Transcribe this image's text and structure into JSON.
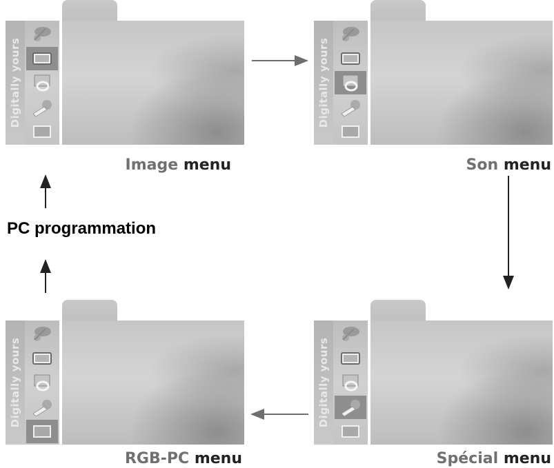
{
  "brand": "Digitally yours",
  "panels": [
    {
      "id": "image",
      "caption_main": "Image",
      "caption_suffix": "menu",
      "active_index": 1
    },
    {
      "id": "son",
      "caption_main": "Son",
      "caption_suffix": "menu",
      "active_index": 2
    },
    {
      "id": "special",
      "caption_main": "Spécial",
      "caption_suffix": "menu",
      "active_index": 3
    },
    {
      "id": "rgbpc",
      "caption_main": "RGB-PC",
      "caption_suffix": "menu",
      "active_index": 4
    }
  ],
  "icons": [
    "satellite-icon",
    "picture-icon",
    "sound-icon",
    "key-icon",
    "pc-icon"
  ],
  "left_label": "PC programmation",
  "colors": {
    "arrow": "#6e6e6e",
    "arrow_dark": "#222222",
    "caption": "#707070",
    "caption_strong": "#222222"
  }
}
